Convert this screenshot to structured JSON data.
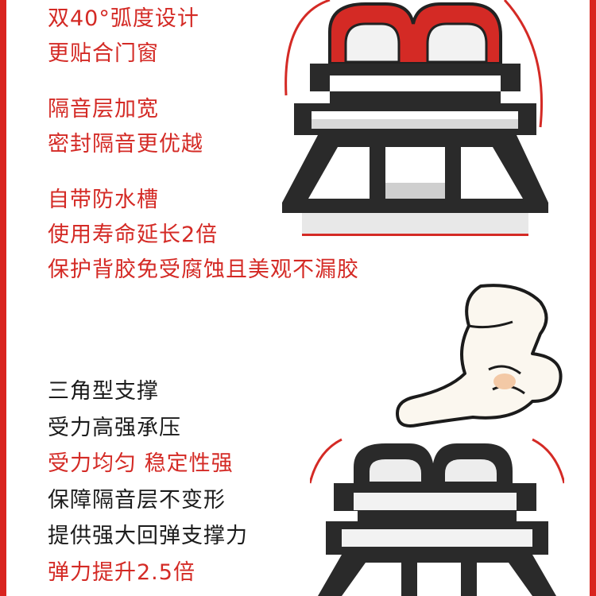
{
  "colors": {
    "accent_red": "#d42a25",
    "frame_red": "#d9241f",
    "text_dark": "#1b1b1b",
    "profile_black": "#2a2a2a"
  },
  "section1": {
    "lines": [
      {
        "text": "双40°弧度设计",
        "color": "red"
      },
      {
        "text": "更贴合门窗",
        "color": "red"
      }
    ]
  },
  "section2": {
    "lines": [
      {
        "text": "隔音层加宽",
        "color": "red"
      },
      {
        "text": "密封隔音更优越",
        "color": "red"
      }
    ]
  },
  "section3": {
    "lines": [
      {
        "text": "自带防水槽",
        "color": "red"
      },
      {
        "text": "使用寿命延长2倍",
        "color": "red"
      },
      {
        "text": "保护背胶免受腐蚀且美观不漏胶",
        "color": "red"
      }
    ]
  },
  "section4": {
    "lines": [
      {
        "text": "三角型支撑",
        "color": "black"
      },
      {
        "text": "受力高强承压",
        "color": "black"
      },
      {
        "text": "受力均匀 稳定性强",
        "color": "red"
      },
      {
        "text": "保障隔音层不变形",
        "color": "black"
      },
      {
        "text": "提供强大回弹支撑力",
        "color": "black"
      },
      {
        "text": "弹力提升2.5倍",
        "color": "red"
      }
    ]
  },
  "illustrations": {
    "top_profile": "seal-strip-cross-section",
    "hand": "pointing-hand-icon",
    "bottom_profile": "seal-strip-cross-section"
  }
}
